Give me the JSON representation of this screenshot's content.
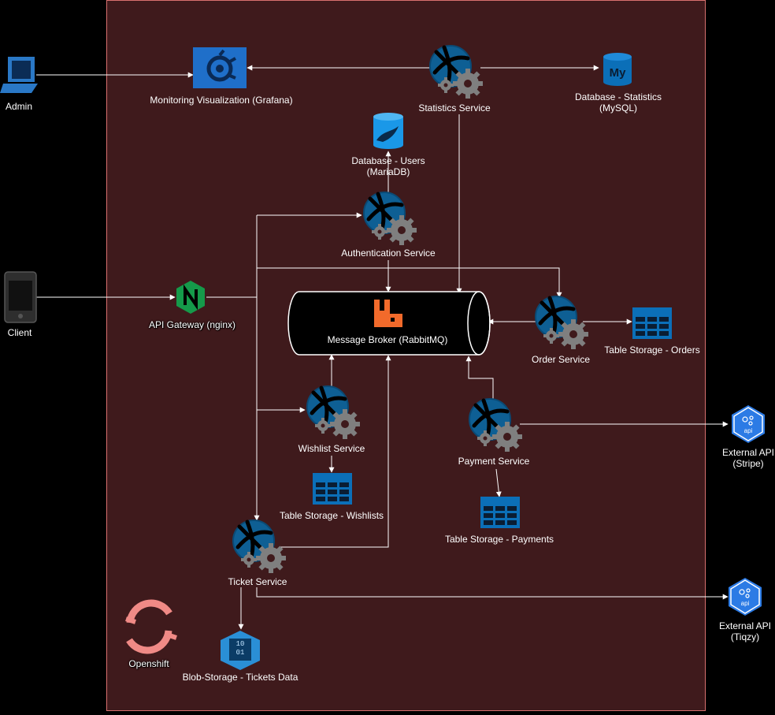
{
  "labels": {
    "admin": "Admin",
    "client": "Client",
    "grafana": "Monitoring Visualization (Grafana)",
    "statistics_service": "Statistics Service",
    "db_statistics_line1": "Database - Statistics",
    "db_statistics_line2": "(MySQL)",
    "db_users_line1": "Database - Users",
    "db_users_line2": "(MariaDB)",
    "authentication_service": "Authentication Service",
    "api_gateway": "API Gateway (nginx)",
    "message_broker": "Message Broker (RabbitMQ)",
    "order_service": "Order Service",
    "table_orders": "Table Storage - Orders",
    "wishlist_service": "Wishlist Service",
    "table_wishlists": "Table Storage - Wishlists",
    "payment_service": "Payment Service",
    "table_payments": "Table Storage - Payments",
    "external_stripe_line1": "External API",
    "external_stripe_line2": "(Stripe)",
    "ticket_service": "Ticket Service",
    "external_tiqzy_line1": "External API",
    "external_tiqzy_line2": "(Tiqzy)",
    "openshift": "Openshift",
    "blob_storage": "Blob-Storage - Tickets Data",
    "api_badge": "api",
    "blob_badge": "10\n01"
  },
  "colors": {
    "background": "#000000",
    "cluster_fill": "#3f1a1c",
    "cluster_border": "#d9706f",
    "edge": "#ffffff",
    "azure_blue": "#0b6fb8",
    "grafana_blue": "#1f6fc9",
    "nginx_green": "#159a4a",
    "rabbit_orange": "#f26a2b",
    "openshift_red": "#f08a86",
    "api_blue": "#2c7be5"
  }
}
